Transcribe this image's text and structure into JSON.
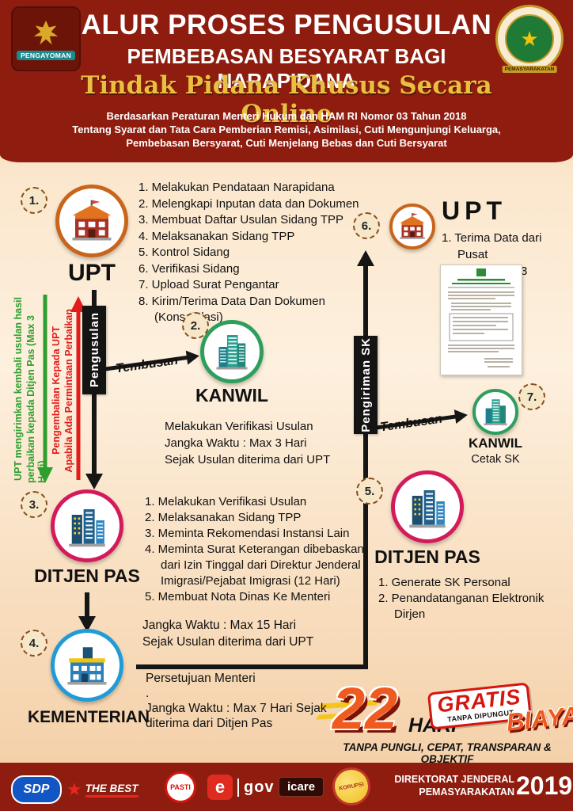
{
  "colors": {
    "maroon": "#8e1d0f",
    "gold": "#e8bf3e",
    "upt_orange": "#c8651b",
    "kanwil_green": "#2d9e5c",
    "ditjen_magenta": "#d41a5b",
    "kementerian_blue": "#1f9cd8",
    "arrow_black": "#161616",
    "return_green": "#2e9e2e",
    "return_red": "#e21b1b",
    "promo_orange": "#ef5a1e"
  },
  "header": {
    "title1": "ALUR PROSES PENGUSULAN",
    "title2": "PEMBEBASAN BESYARAT BAGI NARAPIDANA",
    "title3": "Tindak Pidana Khusus Secara Online",
    "sub1": "Berdasarkan Peraturan Menteri Hukum dan HAM RI Nomor 03 Tahun 2018",
    "sub2": "Tentang Syarat dan Tata Cara Pemberian Remisi, Asimilasi, Cuti Mengunjungi Keluarga,",
    "sub3": "Pembebasan Bersyarat, Cuti Menjelang Bebas dan Cuti Bersyarat",
    "logo_left": "PENGAYOMAN",
    "logo_right": "PEMASYARAKATAN"
  },
  "arrows": {
    "pengusulan": "Pengusulan",
    "pengiriman_sk": "Pengiriman SK",
    "tembusan1": "Tembusan",
    "tembusan2": "Tembusan"
  },
  "side_notes": {
    "green1": "UPT mengirimkan kembali usulan hasil",
    "green2": "perbaikan kepada Ditjen Pas (Max 3 Hari)",
    "red1": "Pengembalian Kepada UPT",
    "red2": "Apabila Ada Permintaan Perbaikan"
  },
  "steps": {
    "s1": {
      "num": "1.",
      "name": "UPT",
      "items": [
        "1. Melakukan Pendataan Narapidana",
        "2. Melengkapi Inputan data dan Dokumen",
        "3. Membuat Daftar Usulan Sidang TPP",
        "4. Melaksanakan Sidang TPP",
        "5. Kontrol Sidang",
        "6. Verifikasi Sidang",
        "7. Upload Surat Pengantar",
        "8. Kirim/Terima Data Dan Dokumen (Konsolidasi)"
      ]
    },
    "s2": {
      "num": "2.",
      "name": "KANWIL",
      "lines": [
        "Melakukan Verifikasi Usulan",
        "Jangka Waktu : Max 3 Hari",
        "Sejak Usulan diterima dari UPT"
      ]
    },
    "s3": {
      "num": "3.",
      "name": "DITJEN PAS",
      "items": [
        "1. Melakukan Verifikasi Usulan",
        "2. Melaksanakan Sidang TPP",
        "3. Meminta Rekomendasi Instansi Lain",
        "4. Meminta Surat Keterangan dibebaskan dari Izin Tinggal dari Direktur Jenderal Imigrasi/Pejabat Imigrasi (12 Hari)",
        "5. Membuat Nota Dinas Ke Menteri"
      ],
      "footer1": "Jangka Waktu : Max 15 Hari",
      "footer2": "Sejak Usulan diterima dari UPT"
    },
    "s4": {
      "num": "4.",
      "name": "KEMENTERIAN",
      "lines": [
        "Persetujuan Menteri",
        ".",
        "Jangka Waktu : Max 7 Hari Sejak",
        "diterima dari Ditjen Pas"
      ]
    },
    "s5": {
      "num": "5.",
      "name": "DITJEN PAS",
      "items": [
        "1. Generate SK Personal",
        "2. Penandatanganan Elektronik Dirjen"
      ]
    },
    "s6": {
      "num": "6.",
      "name": "UPT",
      "items": [
        "1. Terima Data dari Pusat",
        "2. Cetak SK H-3"
      ]
    },
    "s7": {
      "num": "7.",
      "name": "KANWIL",
      "sub": "Cetak SK"
    }
  },
  "promo": {
    "days_number": "22",
    "days_label": "HARI",
    "gratis": "GRATIS",
    "gratis_sub": "TANPA DIPUNGUT",
    "biaya": "BIAYA",
    "tagline": "TANPA PUNGLI, CEPAT, TRANSPARAN & OBJEKTIF"
  },
  "footer": {
    "logo_sdp": "SDP",
    "logo_best": "THE BEST",
    "logo_pasti": "PASTI",
    "logo_egov_e": "e",
    "logo_egov_gov": "gov",
    "logo_icare": "icare",
    "logo_korupsi": "KORUPSI",
    "dept_line1": "DIREKTORAT JENDERAL",
    "dept_line2": "PEMASYARAKATAN",
    "year": "2019"
  }
}
